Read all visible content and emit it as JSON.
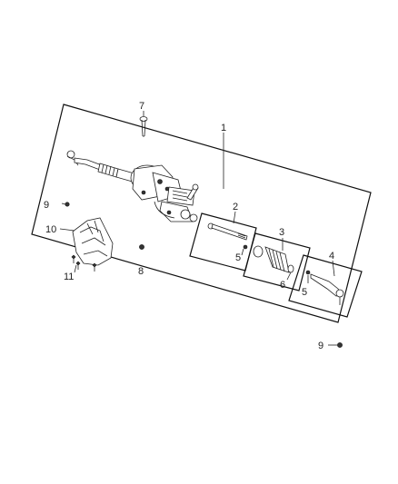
{
  "callouts": {
    "c1": "1",
    "c2": "2",
    "c3": "3",
    "c4": "4",
    "c5a": "5",
    "c5b": "5",
    "c6": "6",
    "c7": "7",
    "c8": "8",
    "c9a": "9",
    "c9b": "9",
    "c10": "10",
    "c11": "11"
  }
}
